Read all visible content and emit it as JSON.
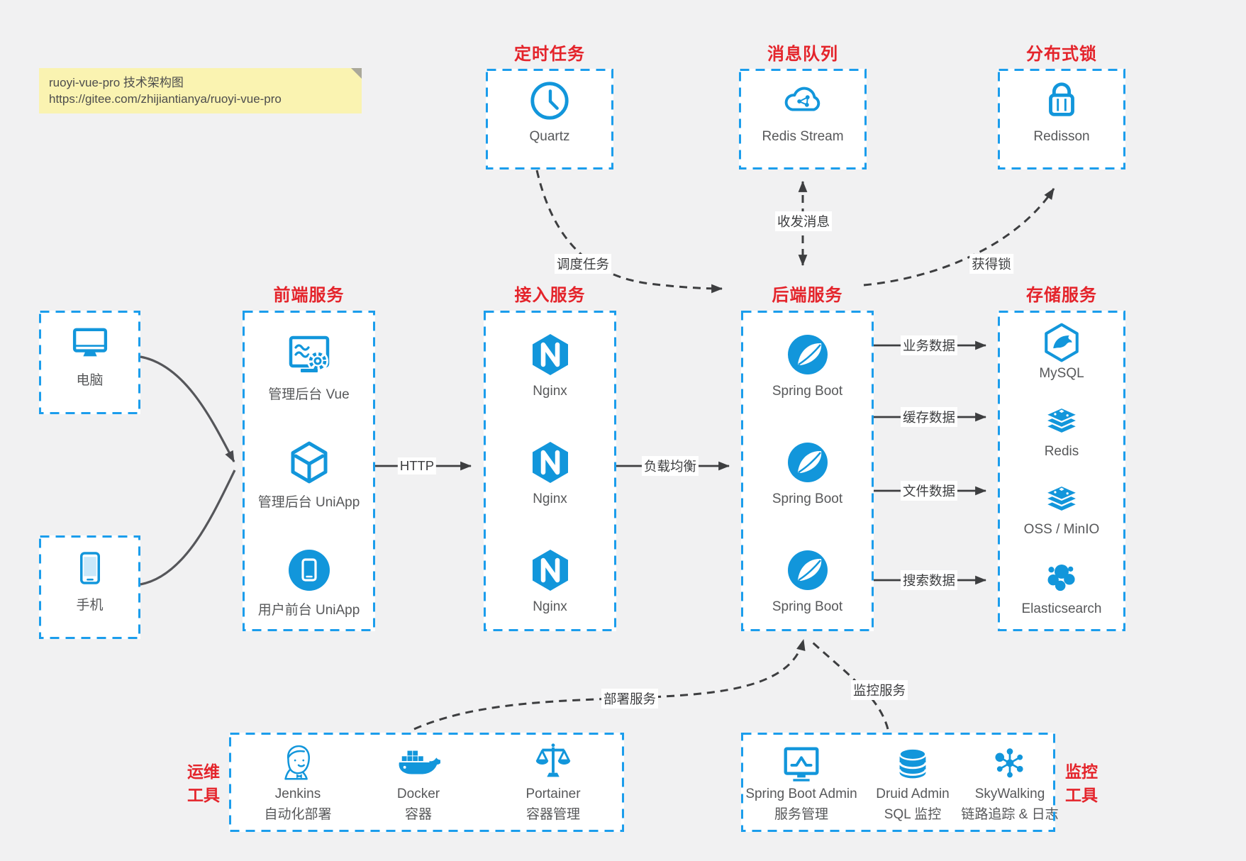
{
  "note": {
    "line1": "ruoyi-vue-pro 技术架构图",
    "line2": "https://gitee.com/zhijiantianya/ruoyi-vue-pro"
  },
  "colors": {
    "accent_blue": "#1296db",
    "border_blue": "#1b9dec",
    "title_red": "#e4242b",
    "arrow_dark": "#3d3e40",
    "note_bg": "#faf3b1",
    "canvas_bg": "#f1f1f2"
  },
  "groups": {
    "scheduled": {
      "title": "定时任务",
      "item": {
        "label": "Quartz",
        "icon": "clock-icon"
      }
    },
    "mq": {
      "title": "消息队列",
      "item": {
        "label": "Redis Stream",
        "icon": "cloud-network-icon"
      }
    },
    "lock": {
      "title": "分布式锁",
      "item": {
        "label": "Redisson",
        "icon": "lock-icon"
      }
    },
    "frontend": {
      "title": "前端服务",
      "items": [
        {
          "label": "管理后台 Vue",
          "icon": "admin-vue-icon"
        },
        {
          "label": "管理后台 UniApp",
          "icon": "uniapp-cube-icon"
        },
        {
          "label": "用户前台 UniApp",
          "icon": "user-app-icon"
        }
      ]
    },
    "gateway": {
      "title": "接入服务",
      "items": [
        {
          "label": "Nginx",
          "icon": "nginx-icon"
        },
        {
          "label": "Nginx",
          "icon": "nginx-icon"
        },
        {
          "label": "Nginx",
          "icon": "nginx-icon"
        }
      ]
    },
    "backend": {
      "title": "后端服务",
      "items": [
        {
          "label": "Spring Boot",
          "icon": "spring-boot-icon"
        },
        {
          "label": "Spring Boot",
          "icon": "spring-boot-icon"
        },
        {
          "label": "Spring Boot",
          "icon": "spring-boot-icon"
        }
      ]
    },
    "storage": {
      "title": "存储服务",
      "items": [
        {
          "label": "MySQL",
          "icon": "mysql-icon"
        },
        {
          "label": "Redis",
          "icon": "redis-stack-icon"
        },
        {
          "label": "OSS / MinIO",
          "icon": "oss-stack-icon"
        },
        {
          "label": "Elasticsearch",
          "icon": "elasticsearch-icon"
        }
      ]
    },
    "ops": {
      "title_line1": "运维",
      "title_line2": "工具",
      "items": [
        {
          "label": "Jenkins",
          "sub": "自动化部署",
          "icon": "jenkins-icon"
        },
        {
          "label": "Docker",
          "sub": "容器",
          "icon": "docker-icon"
        },
        {
          "label": "Portainer",
          "sub": "容器管理",
          "icon": "portainer-icon"
        }
      ]
    },
    "monitor": {
      "title_line1": "监控",
      "title_line2": "工具",
      "items": [
        {
          "label": "Spring Boot Admin",
          "sub": "服务管理",
          "icon": "monitor-chart-icon"
        },
        {
          "label": "Druid Admin",
          "sub": "SQL 监控",
          "icon": "database-icon"
        },
        {
          "label": "SkyWalking",
          "sub": "链路追踪 & 日志",
          "icon": "topology-icon"
        }
      ]
    }
  },
  "devices": [
    {
      "label": "电脑",
      "icon": "desktop-icon"
    },
    {
      "label": "手机",
      "icon": "phone-icon"
    }
  ],
  "edges": {
    "http": "HTTP",
    "load_balance": "负载均衡",
    "schedule": "调度任务",
    "messaging": "收发消息",
    "acquire_lock": "获得锁",
    "business_data": "业务数据",
    "cache_data": "缓存数据",
    "file_data": "文件数据",
    "search_data": "搜索数据",
    "deploy": "部署服务",
    "monitor": "监控服务"
  }
}
